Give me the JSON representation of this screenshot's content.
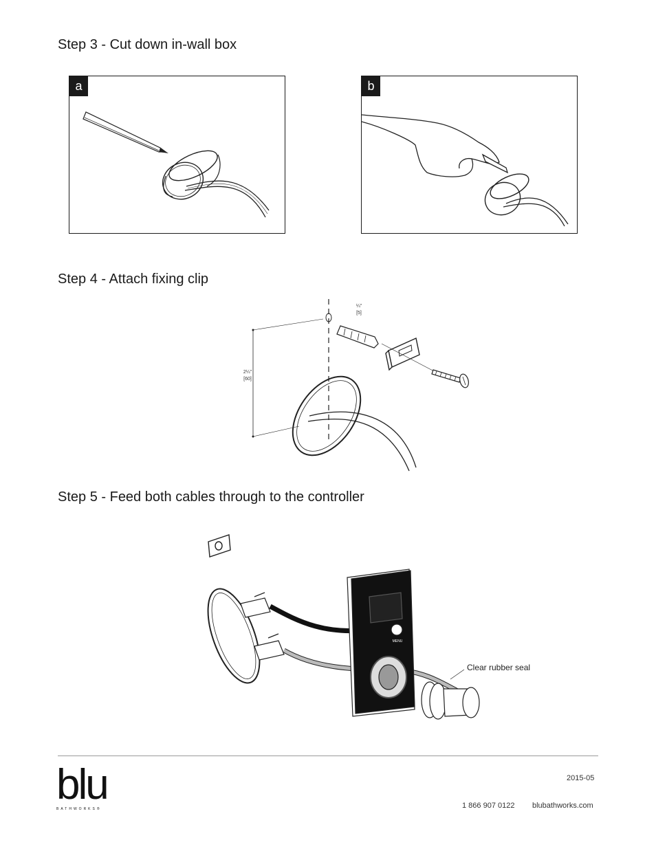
{
  "steps": {
    "step3": {
      "title": "Step 3 - Cut down in-wall box",
      "panel_a_label": "a",
      "panel_b_label": "b"
    },
    "step4": {
      "title": "Step 4 - Attach fixing clip",
      "dim_top_in": "¼\"",
      "dim_top_mm": "[5]",
      "dim_side_in": "2¼\"",
      "dim_side_mm": "[60]"
    },
    "step5": {
      "title": "Step 5 - Feed both cables through to the controller",
      "seal_callout": "Clear rubber seal",
      "menu_label": "MENU"
    }
  },
  "footer": {
    "logo_text": "blu",
    "logo_subtext": "BATHWORKS®",
    "date": "2015-05",
    "phone": "1 866 907 0122",
    "website": "blubathworks.com"
  },
  "colors": {
    "ink": "#1a1a1a",
    "rule": "#999999",
    "cable_grey": "#bbbbbb"
  }
}
